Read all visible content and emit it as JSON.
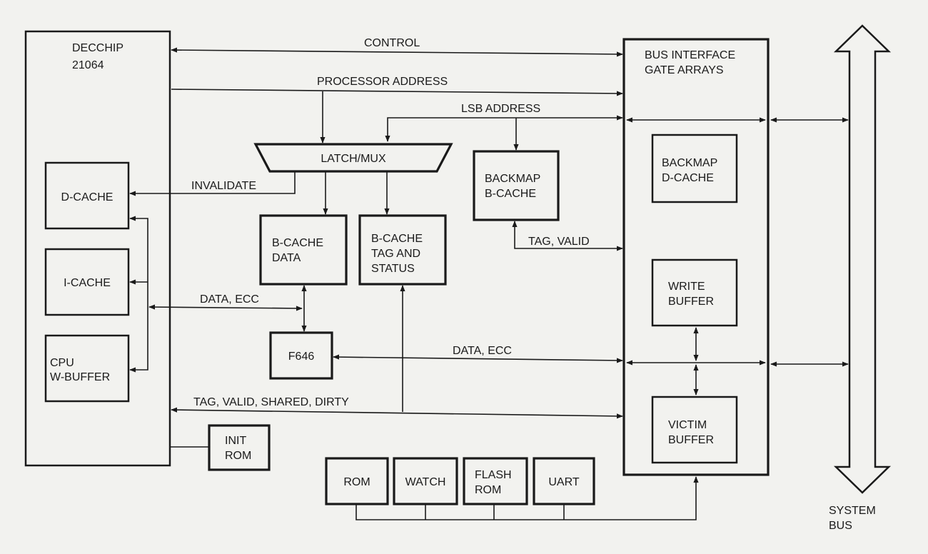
{
  "blocks": {
    "cpu": [
      "DECCHIP",
      "21064"
    ],
    "dcache": [
      "D-CACHE"
    ],
    "icache": [
      "I-CACHE"
    ],
    "cpu_wbuffer": [
      "CPU",
      "W-BUFFER"
    ],
    "latch_mux": [
      "LATCH/MUX"
    ],
    "bcache_data": [
      "B-CACHE",
      "DATA"
    ],
    "bcache_tag": [
      "B-CACHE",
      "TAG AND",
      "STATUS"
    ],
    "backmap_bcache": [
      "BACKMAP",
      "B-CACHE"
    ],
    "f646": [
      "F646"
    ],
    "init_rom": [
      "INIT",
      "ROM"
    ],
    "bus_interface": [
      "BUS INTERFACE",
      "GATE ARRAYS"
    ],
    "backmap_dcache": [
      "BACKMAP",
      "D-CACHE"
    ],
    "write_buffer": [
      "WRITE",
      "BUFFER"
    ],
    "victim_buffer": [
      "VICTIM",
      "BUFFER"
    ],
    "rom": [
      "ROM"
    ],
    "watch": [
      "WATCH"
    ],
    "flash_rom": [
      "FLASH",
      "ROM"
    ],
    "uart": [
      "UART"
    ],
    "system_bus": [
      "SYSTEM",
      "BUS"
    ]
  },
  "signals": {
    "control": "CONTROL",
    "processor_address": "PROCESSOR ADDRESS",
    "lsb_address": "LSB ADDRESS",
    "invalidate": "INVALIDATE",
    "tag_valid": "TAG, VALID",
    "data_ecc_left": "DATA, ECC",
    "data_ecc_right": "DATA, ECC",
    "tag_valid_shared_dirty": "TAG, VALID, SHARED, DIRTY"
  }
}
